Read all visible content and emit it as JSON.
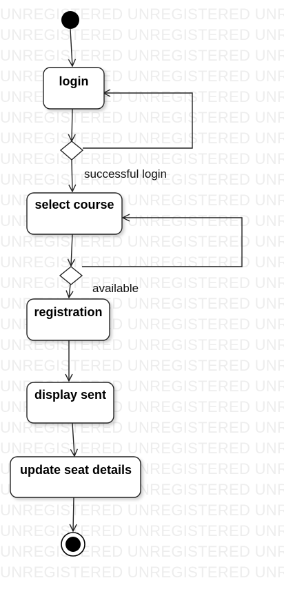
{
  "watermark": {
    "text": "UNREGISTERED UNREGISTERED UNREGISTERED"
  },
  "diagram": {
    "nodes": {
      "login": "login",
      "select_course": "select course",
      "registration": "registration",
      "display_sent": "display sent",
      "update_seat_details": "update seat details"
    },
    "guards": {
      "successful_login": "successful login",
      "available": "available"
    }
  }
}
